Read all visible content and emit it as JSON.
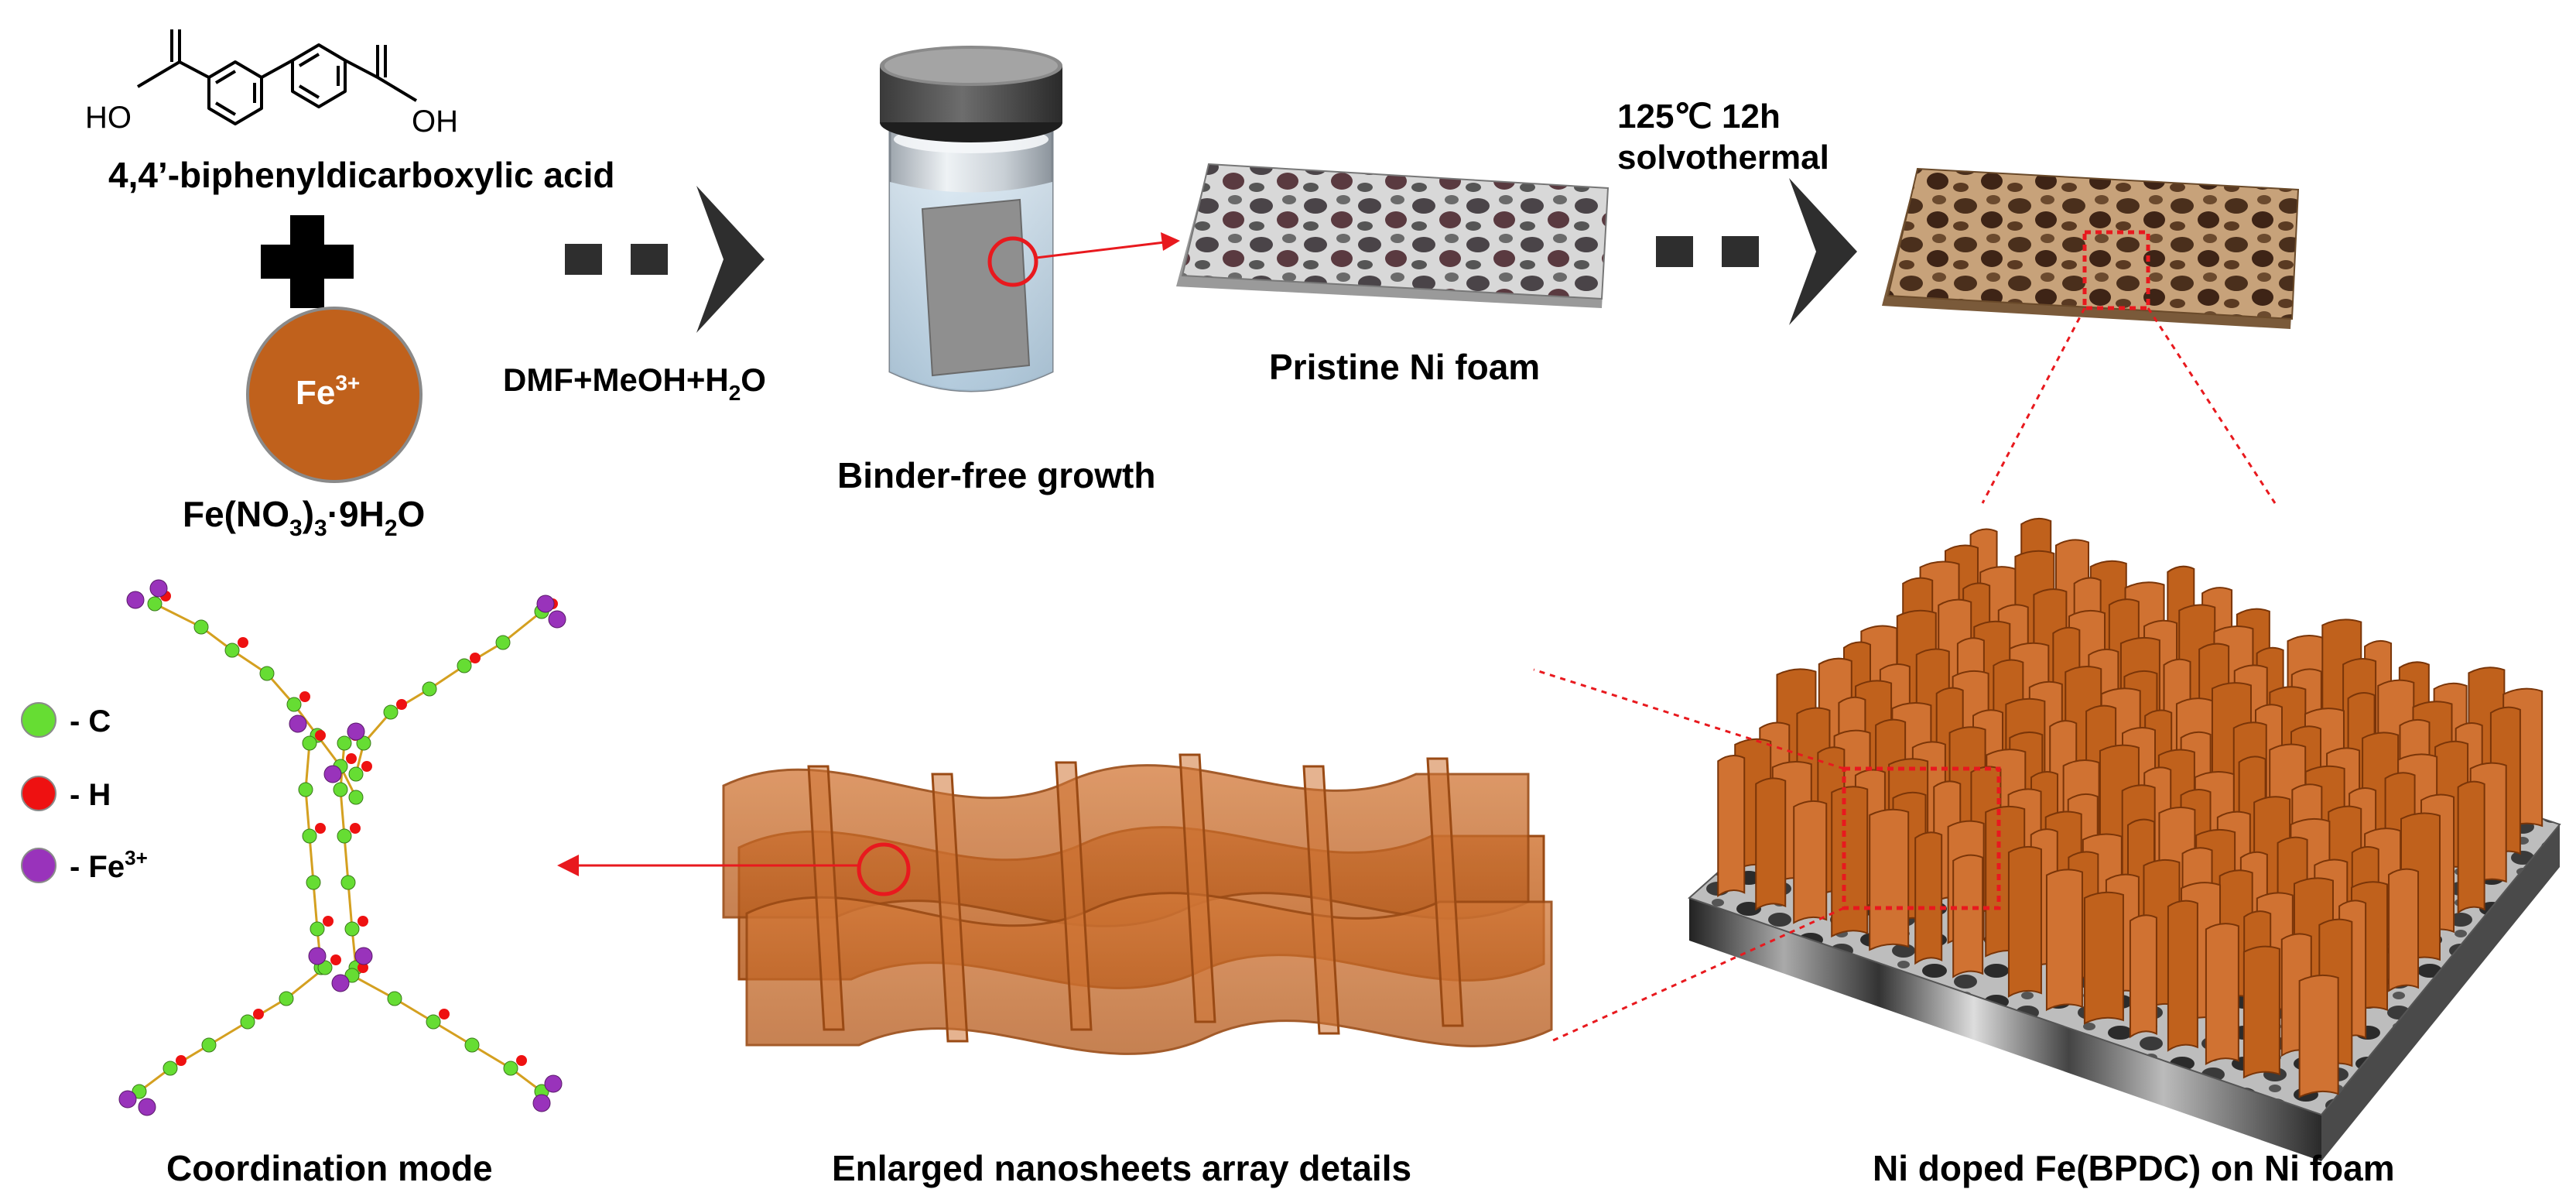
{
  "reagents": {
    "acid_name": "4,4’-biphenyldicarboxylic acid",
    "oh_left": "HO",
    "oh_right": "OH",
    "fe_ion_base": "Fe",
    "fe_ion_charge": "3+",
    "salt_parts": [
      "Fe(NO",
      "3",
      ")",
      "3",
      "·9H",
      "2",
      "O"
    ]
  },
  "solvent_parts": [
    "DMF+MeOH+H",
    "2",
    "O"
  ],
  "step_labels": {
    "binder_free": "Binder-free growth",
    "pristine": "Pristine Ni foam",
    "condition_line1": "125℃ 12h",
    "condition_line2": "solvothermal"
  },
  "bottom_labels": {
    "coordination": "Coordination mode",
    "enlarged": "Enlarged nanosheets array details",
    "final": "Ni doped Fe(BPDC) on Ni foam"
  },
  "legend": [
    {
      "text": "- C",
      "color": "#66dd33"
    },
    {
      "text": "- H",
      "color": "#ee1111"
    },
    {
      "text": "- Fe",
      "sup": "3+",
      "color": "#9933bb"
    }
  ],
  "colors": {
    "copper": "#c0611c",
    "arrow_red": "#e8191e",
    "dark_arrow": "#2e2e2e"
  }
}
